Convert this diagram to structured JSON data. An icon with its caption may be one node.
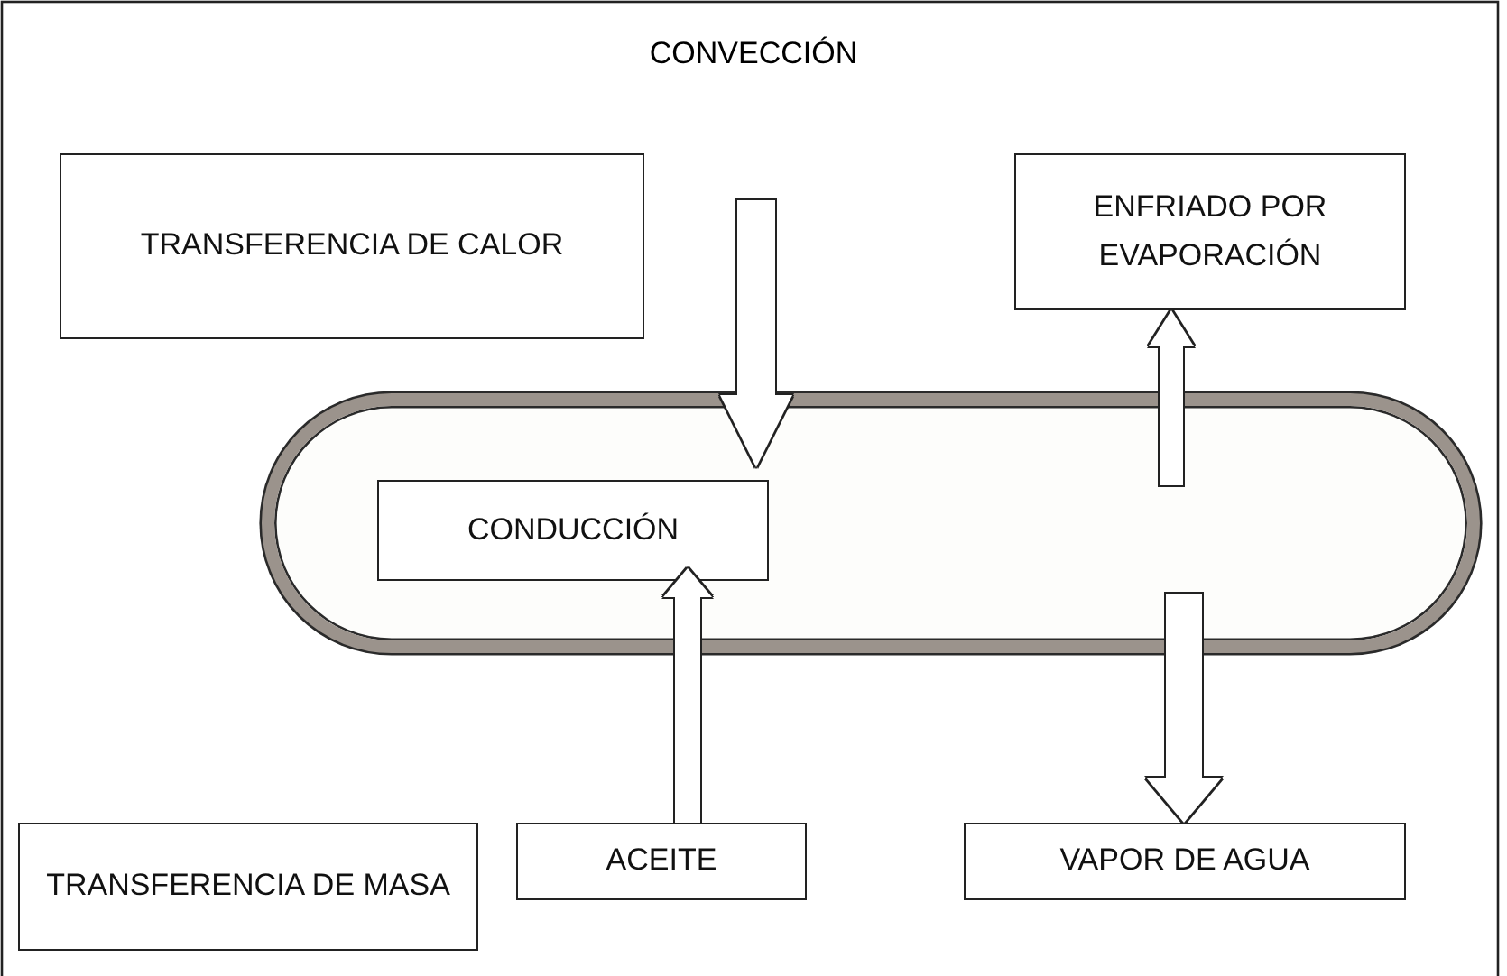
{
  "diagram": {
    "title": "CONVECCIÓN",
    "nodes": [
      {
        "text": [
          "TRANSFERENCIA DE CALOR"
        ]
      },
      {
        "text": [
          "ENFRIADO POR EVAPORACIÓN"
        ]
      },
      {
        "text": [],
        "shape": "capsule"
      },
      {
        "text": [
          "CONDUCCIÓN"
        ],
        "in": 2
      },
      {
        "text": [
          "TRANSFERENCIA DE MASA"
        ]
      },
      {
        "text": [
          "ACEITE"
        ]
      },
      {
        "text": [
          "VAPOR DE AGUA"
        ]
      }
    ],
    "edges": [
      {
        "from": null,
        "to": 3,
        "arrow": "to"
      },
      {
        "from": null,
        "to": 1,
        "arrow": "to"
      },
      {
        "from": 5,
        "to": 3,
        "arrow": "to"
      },
      {
        "from": null,
        "to": 6,
        "arrow": "to"
      }
    ]
  }
}
